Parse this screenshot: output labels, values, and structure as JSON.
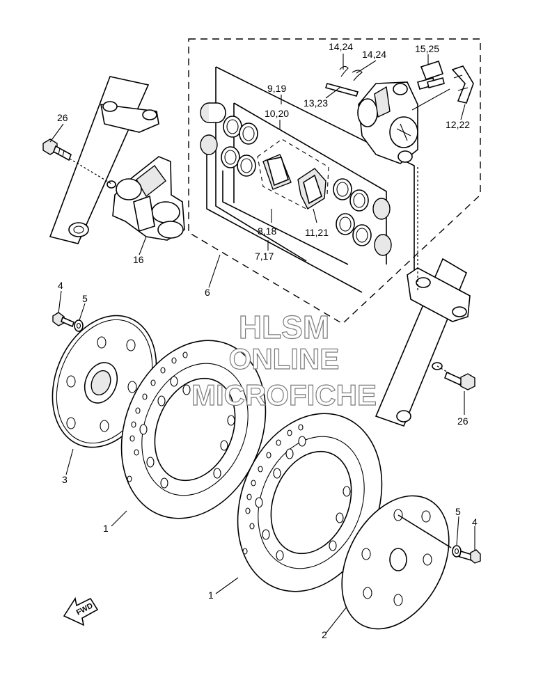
{
  "callouts": {
    "c14_24a": "14,24",
    "c14_24b": "14,24",
    "c15_25": "15,25",
    "c9_19": "9,19",
    "c13_23": "13,23",
    "c10_20": "10,20",
    "c12_22": "12,22",
    "c26_left": "26",
    "c16": "16",
    "c8_18": "8,18",
    "c11_21": "11,21",
    "c7_17": "7,17",
    "c6": "6",
    "c4_left": "4",
    "c5_left": "5",
    "c26_right": "26",
    "c3": "3",
    "c1_left": "1",
    "c5_right": "5",
    "c4_right": "4",
    "c1_right": "1",
    "c2": "2"
  },
  "watermark": {
    "line1": "HLSM",
    "line2": "ONLINE",
    "line3": "MICROFICHE"
  },
  "fwd_label": "FWD"
}
